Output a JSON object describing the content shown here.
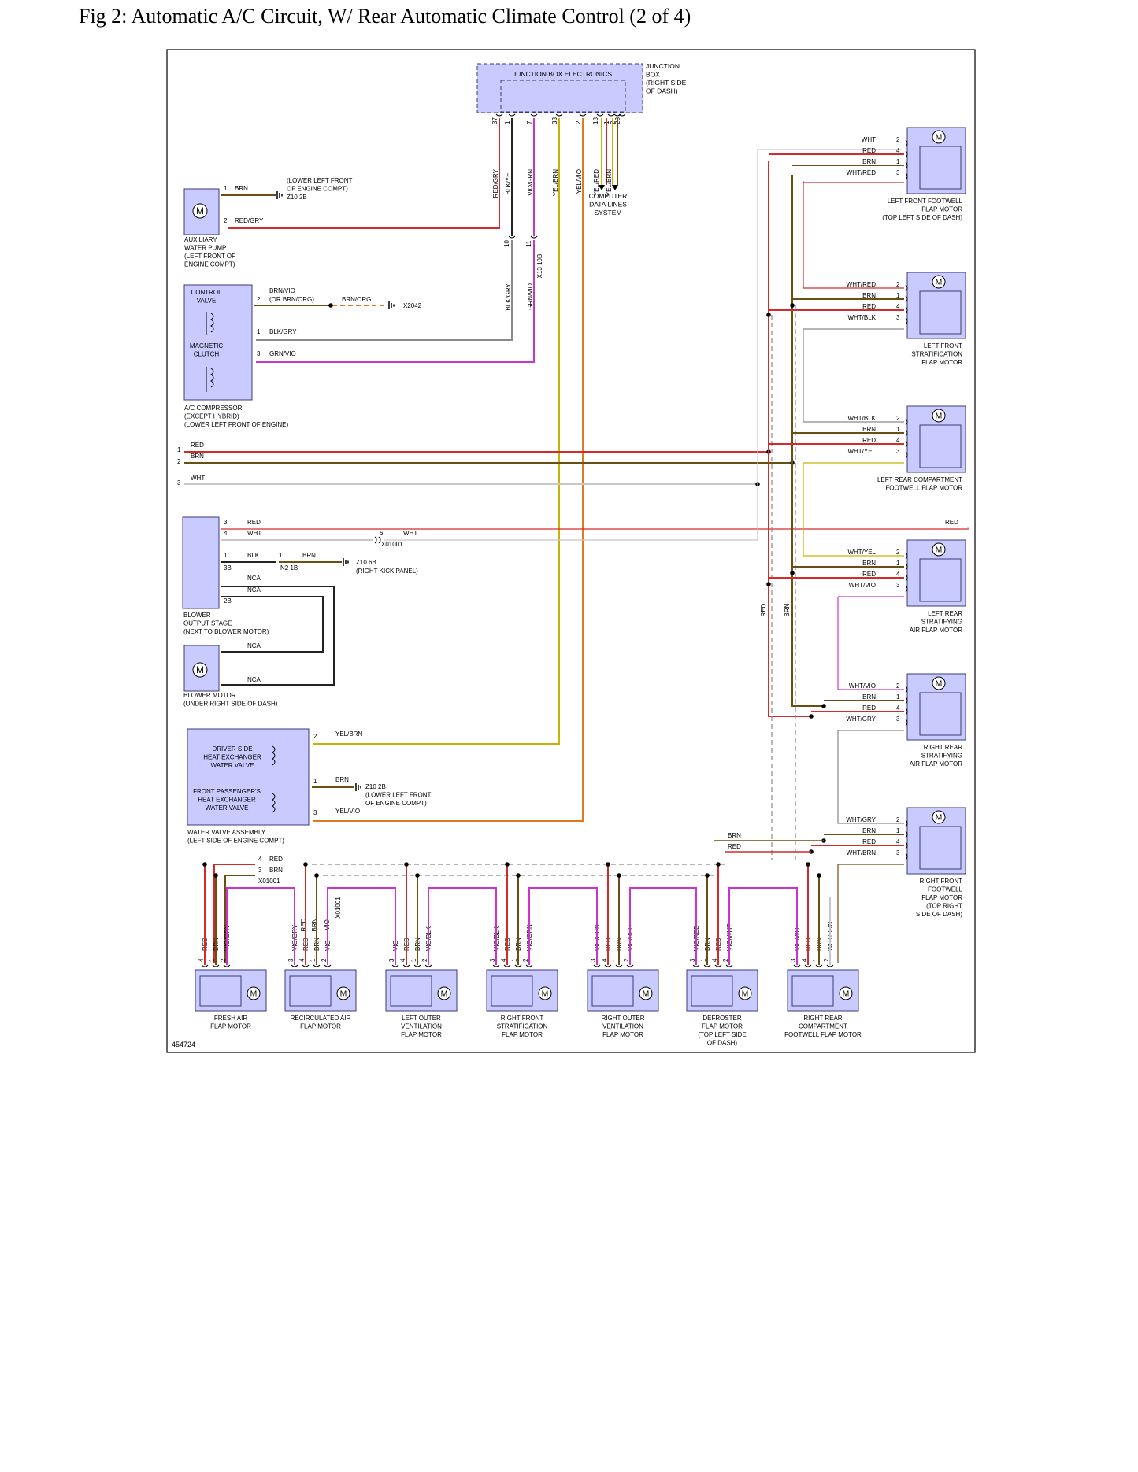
{
  "title": "Fig 2: Automatic A/C Circuit, W/ Rear Automatic Climate Control (2 of 4)",
  "figure_id": "454724",
  "colors": {
    "RED": "#d42a2a",
    "BRN": "#6b4f12",
    "WHT": "#c8c8c8",
    "YEL": "#c9b300",
    "VIO": "#cc33cc",
    "BLK": "#222222",
    "GRY": "#8a8a8a",
    "ORG": "#e07a20",
    "box_fill": "#c9cbff",
    "box_stroke": "#3a3a7a"
  },
  "junction": {
    "label": "JUNCTION BOX ELECTRONICS",
    "location": [
      "JUNCTION",
      "BOX",
      "(RIGHT SIDE",
      "OF DASH)"
    ],
    "pins": [
      {
        "pin": "37",
        "wire": "RED/GRY"
      },
      {
        "pin": "1",
        "wire": "BLK/YEL"
      },
      {
        "pin": "7",
        "wire": "VIO/GRN"
      },
      {
        "pin": "33",
        "wire": "YEL/BRN"
      },
      {
        "pin": "2",
        "wire": "YEL/VIO"
      },
      {
        "pin": "18",
        "wire": "YEL/RED"
      },
      {
        "pin": "1",
        "wire": "YEL/RED"
      },
      {
        "pin": "2",
        "wire": "YEL/BRN"
      },
      {
        "pin": "28",
        "wire": "YEL/BRN"
      }
    ],
    "computer_data": [
      "COMPUTER",
      "DATA LINES",
      "SYSTEM"
    ],
    "splice_pins": [
      {
        "pin": "10",
        "wire": "BLK/GRY"
      },
      {
        "pin": "11",
        "wire": "GRN/VIO"
      }
    ],
    "splice_ref": "X13 10B"
  },
  "left": {
    "pump": {
      "label": [
        "AUXILIARY",
        "WATER PUMP",
        "(LEFT FRONT OF",
        "ENGINE COMPT)"
      ],
      "pin1": "1",
      "wire1": "BRN",
      "pin2": "2",
      "wire2": "RED/GRY",
      "ground": [
        "(LOWER LEFT FRONT",
        "OF ENGINE COMPT)",
        "Z10 2B"
      ]
    },
    "compressor": {
      "label": [
        "A/C COMPRESSOR",
        "(EXCEPT HYBRID)",
        "(LOWER LEFT FRONT OF ENGINE)"
      ],
      "valve": [
        "CONTROL",
        "VALVE"
      ],
      "clutch": [
        "MAGNETIC",
        "CLUTCH"
      ],
      "pin2": "2",
      "wire2a": "BRN/VIO",
      "wire2b": "(OR BRN/ORG)",
      "wire2c": "BRN/ORG",
      "gnd": "X2042",
      "pin1": "1",
      "wire1": "BLK/GRY",
      "pin3": "3",
      "wire3": "GRN/VIO"
    },
    "bus": [
      {
        "pin": "1",
        "wire": "RED"
      },
      {
        "pin": "2",
        "wire": "BRN"
      },
      {
        "pin": "3",
        "wire": "WHT"
      }
    ],
    "blower": {
      "label": [
        "BLOWER",
        "OUTPUT STAGE",
        "(NEXT TO BLOWER MOTOR)"
      ],
      "p3": "3",
      "w3": "RED",
      "p4": "4",
      "w4": "WHT",
      "c6": "6",
      "w6": "WHT",
      "x": "X01001",
      "p1": "1",
      "w1": "BLK",
      "n2": "N2 1B",
      "w2": "BRN",
      "gnd": "Z10 6B",
      "gnd_loc": "(RIGHT KICK PANEL)",
      "p3b": "3B",
      "nca": "NCA",
      "p2b": "2B",
      "red_end": "RED",
      "red_pin": "1"
    },
    "blower_motor": {
      "label": [
        "BLOWER MOTOR",
        "(UNDER RIGHT SIDE OF DASH)"
      ],
      "nca": "NCA"
    },
    "valves": {
      "label": [
        "WATER VALVE ASSEMBLY",
        "(LEFT SIDE OF ENGINE COMPT)"
      ],
      "driver": [
        "DRIVER SIDE",
        "HEAT EXCHANGER",
        "WATER VALVE"
      ],
      "pass": [
        "FRONT PASSENGER'S",
        "HEAT EXCHANGER",
        "WATER VALVE"
      ],
      "p2": "2",
      "w2": "YEL/BRN",
      "p1": "1",
      "w1": "BRN",
      "gnd": [
        "Z10 2B",
        "(LOWER LEFT FRONT",
        "OF ENGINE COMPT)"
      ],
      "p3": "3",
      "w3": "YEL/VIO"
    }
  },
  "right_motors": [
    {
      "label": [
        "LEFT FRONT FOOTWELL",
        "FLAP MOTOR",
        "(TOP LEFT SIDE OF DASH)"
      ],
      "rows": [
        [
          "WHT",
          "2"
        ],
        [
          "RED",
          "4"
        ],
        [
          "BRN",
          "1"
        ],
        [
          "WHT/RED",
          "3"
        ]
      ]
    },
    {
      "label": [
        "LEFT FRONT",
        "STRATIFICATION",
        "FLAP MOTOR"
      ],
      "rows": [
        [
          "WHT/RED",
          "2"
        ],
        [
          "BRN",
          "1"
        ],
        [
          "RED",
          "4"
        ],
        [
          "WHT/BLK",
          "3"
        ]
      ]
    },
    {
      "label": [
        "LEFT REAR COMPARTMENT",
        "FOOTWELL FLAP MOTOR"
      ],
      "rows": [
        [
          "WHT/BLK",
          "2"
        ],
        [
          "BRN",
          "1"
        ],
        [
          "RED",
          "4"
        ],
        [
          "WHT/YEL",
          "3"
        ]
      ]
    },
    {
      "label": [
        "LEFT REAR",
        "STRATIFYING",
        "AIR FLAP MOTOR"
      ],
      "rows": [
        [
          "WHT/YEL",
          "2"
        ],
        [
          "BRN",
          "1"
        ],
        [
          "RED",
          "4"
        ],
        [
          "WHT/VIO",
          "3"
        ]
      ]
    },
    {
      "label": [
        "RIGHT REAR",
        "STRATIFYING",
        "AIR FLAP MOTOR"
      ],
      "rows": [
        [
          "WHT/VIO",
          "2"
        ],
        [
          "BRN",
          "1"
        ],
        [
          "RED",
          "4"
        ],
        [
          "WHT/GRY",
          "3"
        ]
      ]
    },
    {
      "label": [
        "RIGHT FRONT",
        "FOOTWELL",
        "FLAP MOTOR",
        "(TOP RIGHT",
        "SIDE OF DASH)"
      ],
      "rows": [
        [
          "WHT/GRY",
          "2"
        ],
        [
          "BRN",
          "1"
        ],
        [
          "RED",
          "4"
        ],
        [
          "WHT/BRN",
          "3"
        ]
      ]
    }
  ],
  "vertical_labels": {
    "red": "RED",
    "brn": "BRN"
  },
  "bottom_bus": {
    "p4": "4",
    "w4": "RED",
    "p3": "3",
    "w3": "BRN",
    "x": "X01001",
    "splice": [
      "RED",
      "BRN",
      "VIO",
      "X01001"
    ],
    "rb": [
      "BRN",
      "RED"
    ]
  },
  "bottom_motors": [
    {
      "label": [
        "FRESH AIR",
        "FLAP MOTOR"
      ],
      "wires": [
        "RED",
        "BRN",
        "VIO/GRY"
      ],
      "pins": [
        "4",
        "1",
        "2"
      ]
    },
    {
      "label": [
        "RECIRCULATED AIR",
        "FLAP MOTOR"
      ],
      "wires": [
        "VIO/GRY",
        "RED",
        "BRN",
        "VIO"
      ],
      "pins": [
        "3",
        "4",
        "1",
        "2"
      ]
    },
    {
      "label": [
        "LEFT OUTER",
        "VENTILATION",
        "FLAP MOTOR"
      ],
      "wires": [
        "VIO",
        "RED",
        "BRN",
        "VIO/BLK"
      ],
      "pins": [
        "3",
        "4",
        "1",
        "2"
      ]
    },
    {
      "label": [
        "RIGHT FRONT",
        "STRATIFICATION",
        "FLAP MOTOR"
      ],
      "wires": [
        "VIO/BLK",
        "RED",
        "BRN",
        "VIO/GRN"
      ],
      "pins": [
        "3",
        "4",
        "1",
        "2"
      ]
    },
    {
      "label": [
        "RIGHT OUTER",
        "VENTILATION",
        "FLAP MOTOR"
      ],
      "wires": [
        "VIO/GRN",
        "RED",
        "BRN",
        "VIO/RED"
      ],
      "pins": [
        "3",
        "4",
        "1",
        "2"
      ]
    },
    {
      "label": [
        "DEFROSTER",
        "FLAP MOTOR",
        "(TOP LEFT SIDE",
        "OF DASH)"
      ],
      "wires": [
        "VIO/RED",
        "BRN",
        "RED",
        "VIO/WHT"
      ],
      "pins": [
        "3",
        "1",
        "4",
        "2"
      ]
    },
    {
      "label": [
        "RIGHT REAR",
        "COMPARTMENT",
        "FOOTWELL FLAP MOTOR"
      ],
      "wires": [
        "VIO/WHT",
        "RED",
        "BRN",
        "WHT/BRN"
      ],
      "pins": [
        "3",
        "4",
        "1",
        "2"
      ]
    }
  ],
  "motor_symbol": "M"
}
